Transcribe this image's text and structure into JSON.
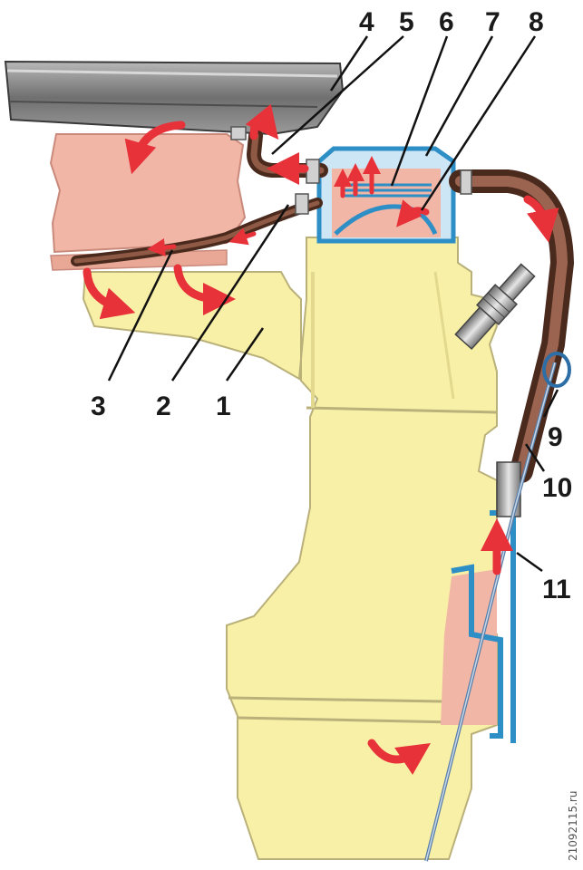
{
  "diagram": {
    "callouts": [
      {
        "id": "c1",
        "label": "1"
      },
      {
        "id": "c2",
        "label": "2"
      },
      {
        "id": "c3",
        "label": "3"
      },
      {
        "id": "c4",
        "label": "4"
      },
      {
        "id": "c5",
        "label": "5"
      },
      {
        "id": "c6",
        "label": "6"
      },
      {
        "id": "c7",
        "label": "7"
      },
      {
        "id": "c8",
        "label": "8"
      },
      {
        "id": "c9",
        "label": "9"
      },
      {
        "id": "c10",
        "label": "10"
      },
      {
        "id": "c11",
        "label": "11"
      }
    ],
    "watermark": "21092115.ru"
  },
  "colors": {
    "engine_block": "#f8f0a6",
    "engine_outline": "#b9b07a",
    "crankcase_gas": "#f1b6a6",
    "hose": "#7a4a36",
    "hose_dark": "#4b2a1e",
    "separator_blue": "#2e8ec6",
    "flow_arrow": "#e8323a",
    "air_filter": "#8a8a8a",
    "steel": "#a9a9a9"
  }
}
